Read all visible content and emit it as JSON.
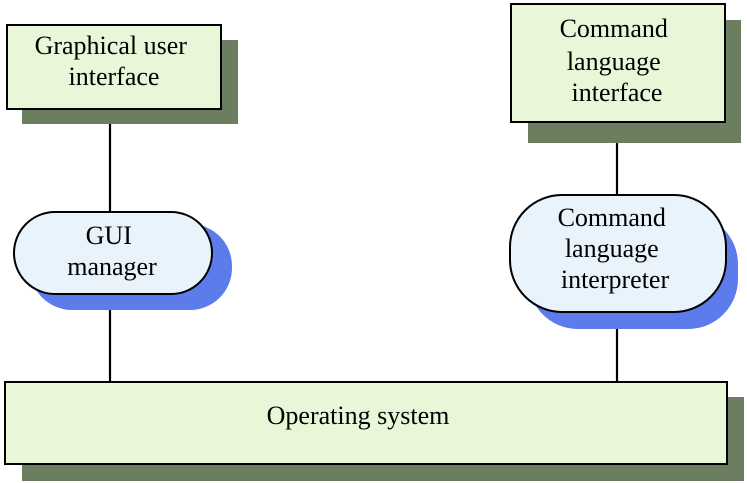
{
  "colors": {
    "box_fill": "#e8f7d8",
    "box_shadow": "#6c7e60",
    "pill_fill": "#e9f3fb",
    "pill_shadow": "#5b7cea",
    "stroke": "#000000",
    "background": "#ffffff"
  },
  "nodes": {
    "gui": {
      "lines": [
        "Graphical user",
        "interface"
      ]
    },
    "cli": {
      "lines": [
        "Command",
        "language",
        "interface"
      ]
    },
    "gui_manager": {
      "lines": [
        "GUI",
        "manager"
      ]
    },
    "cli_interpreter": {
      "lines": [
        "Command",
        "language",
        "interpreter"
      ]
    },
    "os": {
      "lines": [
        "Operating system"
      ]
    }
  }
}
